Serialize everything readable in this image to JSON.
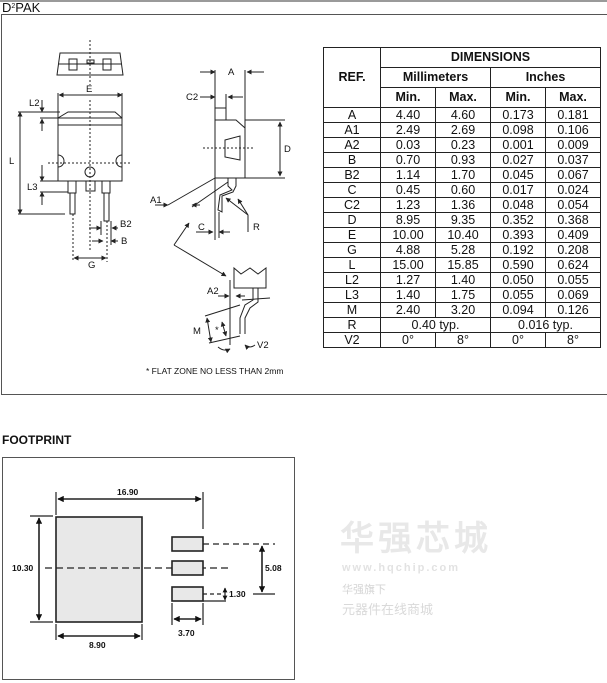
{
  "package": {
    "title_main": "D",
    "title_sup": "2",
    "title_rest": "PAK",
    "flat_zone_note": "* FLAT ZONE NO LESS THAN 2mm",
    "labels": {
      "E": "E",
      "L2": "L2",
      "L": "L",
      "L3": "L3",
      "B2": "B2",
      "B": "B",
      "G": "G",
      "A": "A",
      "C2": "C2",
      "D": "D",
      "A1": "A1",
      "C": "C",
      "R": "R",
      "A2": "A2",
      "M": "M",
      "star": "*",
      "V2": "V2"
    }
  },
  "dimensions_table": {
    "header_ref": "REF.",
    "header_dimensions": "DIMENSIONS",
    "header_mm": "Millimeters",
    "header_in": "Inches",
    "header_min": "Min.",
    "header_max": "Max.",
    "rows": [
      {
        "ref": "A",
        "mm_min": "4.40",
        "mm_max": "4.60",
        "in_min": "0.173",
        "in_max": "0.181"
      },
      {
        "ref": "A1",
        "mm_min": "2.49",
        "mm_max": "2.69",
        "in_min": "0.098",
        "in_max": "0.106"
      },
      {
        "ref": "A2",
        "mm_min": "0.03",
        "mm_max": "0.23",
        "in_min": "0.001",
        "in_max": "0.009"
      },
      {
        "ref": "B",
        "mm_min": "0.70",
        "mm_max": "0.93",
        "in_min": "0.027",
        "in_max": "0.037"
      },
      {
        "ref": "B2",
        "mm_min": "1.14",
        "mm_max": "1.70",
        "in_min": "0.045",
        "in_max": "0.067"
      },
      {
        "ref": "C",
        "mm_min": "0.45",
        "mm_max": "0.60",
        "in_min": "0.017",
        "in_max": "0.024"
      },
      {
        "ref": "C2",
        "mm_min": "1.23",
        "mm_max": "1.36",
        "in_min": "0.048",
        "in_max": "0.054"
      },
      {
        "ref": "D",
        "mm_min": "8.95",
        "mm_max": "9.35",
        "in_min": "0.352",
        "in_max": "0.368"
      },
      {
        "ref": "E",
        "mm_min": "10.00",
        "mm_max": "10.40",
        "in_min": "0.393",
        "in_max": "0.409"
      },
      {
        "ref": "G",
        "mm_min": "4.88",
        "mm_max": "5.28",
        "in_min": "0.192",
        "in_max": "0.208"
      },
      {
        "ref": "L",
        "mm_min": "15.00",
        "mm_max": "15.85",
        "in_min": "0.590",
        "in_max": "0.624"
      },
      {
        "ref": "L2",
        "mm_min": "1.27",
        "mm_max": "1.40",
        "in_min": "0.050",
        "in_max": "0.055"
      },
      {
        "ref": "L3",
        "mm_min": "1.40",
        "mm_max": "1.75",
        "in_min": "0.055",
        "in_max": "0.069"
      },
      {
        "ref": "M",
        "mm_min": "2.40",
        "mm_max": "3.20",
        "in_min": "0.094",
        "in_max": "0.126"
      }
    ],
    "row_R": {
      "ref": "R",
      "mm_typ": "0.40 typ.",
      "in_typ": "0.016 typ."
    },
    "row_V2": {
      "ref": "V2",
      "mm_min": "0°",
      "mm_max": "8°",
      "in_min": "0°",
      "in_max": "8°"
    }
  },
  "watermark": {
    "brand": "华强芯城",
    "url": "www.hqchip.com",
    "line1": "华强旗下",
    "line2": "元器件在线商城"
  },
  "footprint": {
    "title": "FOOTPRINT",
    "dim_total_width": "16.90",
    "dim_pad_height": "10.30",
    "dim_pad_width": "8.90",
    "dim_pitch": "5.08",
    "dim_lead_height": "1.30",
    "dim_lead_width": "3.70"
  },
  "colors": {
    "line": "#222222",
    "pad_fill": "#e8e8e8",
    "frame": "#555555"
  }
}
